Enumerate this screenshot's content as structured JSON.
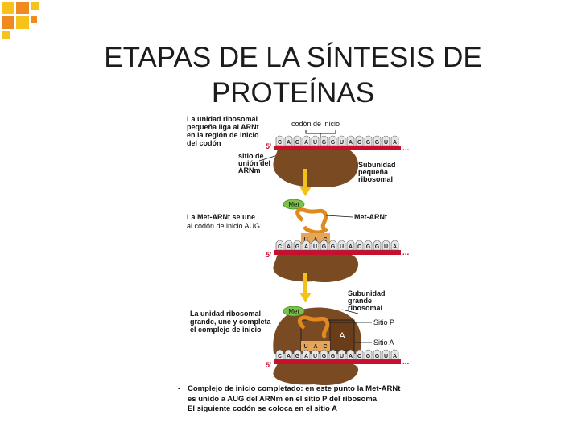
{
  "title": {
    "line1": "ETAPAS DE LA SÍNTESIS DE",
    "line2": "PROTEÍNAS"
  },
  "colors": {
    "mrna": "#c8102e",
    "ribosome": "#7a4a22",
    "ribosome_light": "#8b5a2b",
    "trna": "#e08a1e",
    "arrow": "#f2c21b",
    "met": "#7cc24a",
    "corner_orange": "#f08a1e",
    "corner_yellow": "#f7c21b"
  },
  "stage1": {
    "label_left": [
      "La unidad ribosomal",
      "pequeña liga al ARNt",
      "en la  región de inicio",
      "del codón"
    ],
    "label_codon": "codón de inicio",
    "label_site": [
      "sitio de",
      "unión del",
      "ARNm"
    ],
    "label_right": [
      "Subunidad",
      "pequeña",
      "ribosomal"
    ],
    "prime": "5'",
    "bases": [
      "C",
      "A",
      "G",
      "A",
      "U",
      "G",
      "G",
      "U",
      "A",
      "C",
      "G",
      "G",
      "U",
      "A"
    ]
  },
  "stage2": {
    "met": "Met",
    "label_left": [
      "La Met-ARNt se une",
      "al codón de inicio AUG"
    ],
    "label_right": "Met-ARNt",
    "anticodon": [
      "U",
      "A",
      "C"
    ],
    "prime": "5'",
    "bases": [
      "C",
      "A",
      "G",
      "A",
      "U",
      "G",
      "G",
      "U",
      "A",
      "C",
      "G",
      "G",
      "U",
      "A"
    ]
  },
  "stage3": {
    "met": "Met",
    "label_left": [
      "La unidad ribosomal",
      "grande, une y completa",
      "el complejo de inicio"
    ],
    "label_top": [
      "Subunidad",
      "grande",
      "ribosomal"
    ],
    "site_p": "Sitio P",
    "site_a": "Sitio A",
    "a_letter": "A",
    "anticodon": [
      "U",
      "A",
      "C"
    ],
    "prime": "5'",
    "bases": [
      "C",
      "A",
      "G",
      "A",
      "U",
      "G",
      "G",
      "U",
      "A",
      "C",
      "G",
      "G",
      "U",
      "A"
    ]
  },
  "caption": {
    "bullet": "-",
    "lines": [
      "Complejo de inicio completado: en este punto la Met-ARNt",
      "es unido a AUG del ARNm en el sitio P del ribosoma",
      "El siguiente codón se coloca en el sitio A"
    ]
  }
}
